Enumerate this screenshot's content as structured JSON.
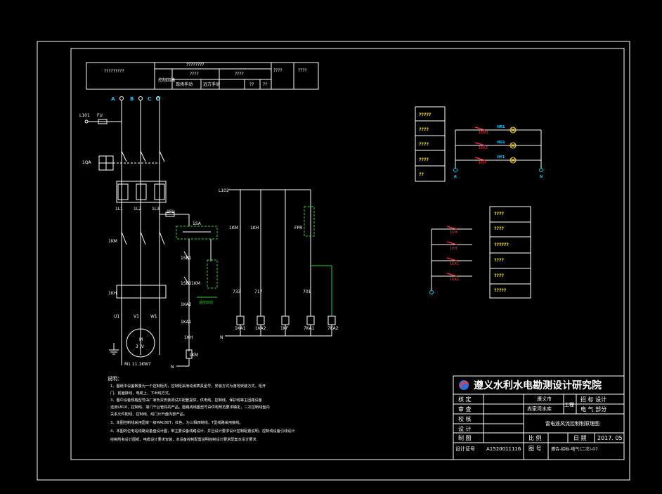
{
  "header_table": {
    "c1": "?????????",
    "c2": "????????",
    "c3": "控制回路",
    "c4": "????",
    "c5": "????",
    "c6": "现场手动",
    "c7": "远方手动",
    "c8": "??",
    "c9": "??",
    "c10": "????",
    "c11": "????"
  },
  "power": {
    "phases": [
      "A",
      "B",
      "C",
      "O"
    ],
    "l101": "L101",
    "fu": "FU",
    "qa": "1QA",
    "l1": "1L1",
    "l2": "1L2",
    "l3": "1L3",
    "km": "1KM",
    "kh": "1KH",
    "u": "U1",
    "v": "V1",
    "w": "W1",
    "motor_top": "M",
    "motor_bottom": "3 /V",
    "motor_rating": "M1 11.1KW7"
  },
  "control": {
    "fu1": "1FU",
    "sa": "1SA",
    "sb1": "1SB1",
    "sb2": "1SB2",
    "km": "1KM",
    "ka2": "1KA2",
    "ka1": "1KA1",
    "kh": "1KH",
    "km_coil": "1KM",
    "n": "N",
    "remote": "遥控启动"
  },
  "relays": {
    "l102": "L102",
    "n": "N",
    "contacts": [
      "1KM",
      "1KH",
      "FPR"
    ],
    "coils": [
      "1KA1",
      "1KA2",
      "1KF",
      "7KA1",
      "7KA2"
    ],
    "nums": [
      "733",
      "717",
      "701"
    ]
  },
  "lamps": {
    "labels": [
      "?????",
      "????",
      "????",
      "????",
      "??"
    ],
    "relays": [
      "1KM1",
      "1KA2",
      "1KH"
    ],
    "lamps": [
      "HR1",
      "HG1",
      "HY1"
    ],
    "bus_left": "A",
    "bus_right": "N"
  },
  "signals": {
    "labels": [
      "????",
      "????",
      "??????",
      "????",
      "????",
      "?????"
    ],
    "relays": [
      "1KM",
      "1KH",
      "1KA1",
      "1KA2"
    ]
  },
  "notes": {
    "title": "说明：",
    "lines": [
      "1、图纸中设备数量为一个控制柜内，控制柜采用动测表具型号，安装方式为落地安装方式，柜开",
      "门、前面接线，电缆上、下出线方式。",
      "3、图中设备规格型号由厂家负责安装调试并配套提供，供电线、控制线、保护线等主回路设备",
      "选用LM10、控制线、接门干台管具的产品。图路线线图型号由供电规范要求确定，二次控制线盘内",
      "关系元件配线、控制线、线门计开盘内部产品。",
      "3、本图控制线采用国家一级MAC80T，红色，为三相四制线，T型线路采用接线。",
      "4、本图的位电站线路设备盘设计图，带主要设备线路设计，并且设计要求设计控制配置说明，控制线设备引线设计",
      "控制所有设计图纸，电缆设计要求安装，本设备控制配置说明控制设计要求配套本设计要求."
    ]
  },
  "title_block": {
    "org": "遵义水利水电勘测设计研究院",
    "rows": [
      "核  定",
      "审  查",
      "校  核",
      "设  计",
      "制  图",
      "设计证号"
    ],
    "cert": "A1520011116",
    "city": "遵义市",
    "project": "尚家湾水库",
    "project_suffix": "工程",
    "stage": "招 标  设计",
    "part": "电  气  部分",
    "drawing_title": "雷电遥风流控制制原理图",
    "scale_label": "比  例",
    "date_label": "日  期",
    "date": "2017. 05",
    "drawing_no_label": "图  号",
    "drawing_no": "遵合-招标-电气(二次)-07"
  }
}
